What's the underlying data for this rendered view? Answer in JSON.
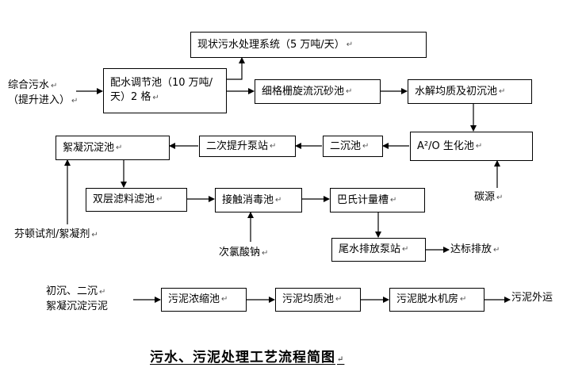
{
  "diagram": {
    "title": "污水、污泥处理工艺流程简图",
    "para_mark": "↵",
    "nodes": {
      "existing_system": "现状污水处理系统（5 万吨/天）",
      "equalization_tank_line1": "配水调节池（10 万吨/",
      "equalization_tank_line2": "天）2 格",
      "fine_screen_grit": "细格栅旋流沉砂池",
      "hydrolysis_primary": "水解均质及初沉池",
      "a2o": "A²/O 生化池",
      "secondary_clarifier": "二沉池",
      "secondary_lift_pump": "二次提升泵站",
      "flocculation_settling": "絮凝沉淀池",
      "double_filter": "双层滤料滤池",
      "contact_disinfection": "接触消毒池",
      "parshall_flume": "巴氏计量槽",
      "effluent_pump": "尾水排放泵站",
      "sludge_thickener": "污泥浓缩池",
      "sludge_homogenizer": "污泥均质池",
      "sludge_dewatering": "污泥脱水机房"
    },
    "labels": {
      "influent_line1": "综合污水",
      "influent_line2": "（提升进入）",
      "carbon_source": "碳源",
      "fenton_reagent": "芬顿试剂/絮凝剂",
      "sodium_hypochlorite": "次氯酸钠",
      "discharge": "达标排放",
      "sludge_source_line1": "初沉、二沉",
      "sludge_source_line2": "絮凝沉淀污泥",
      "sludge_outbound": "污泥外运"
    }
  }
}
